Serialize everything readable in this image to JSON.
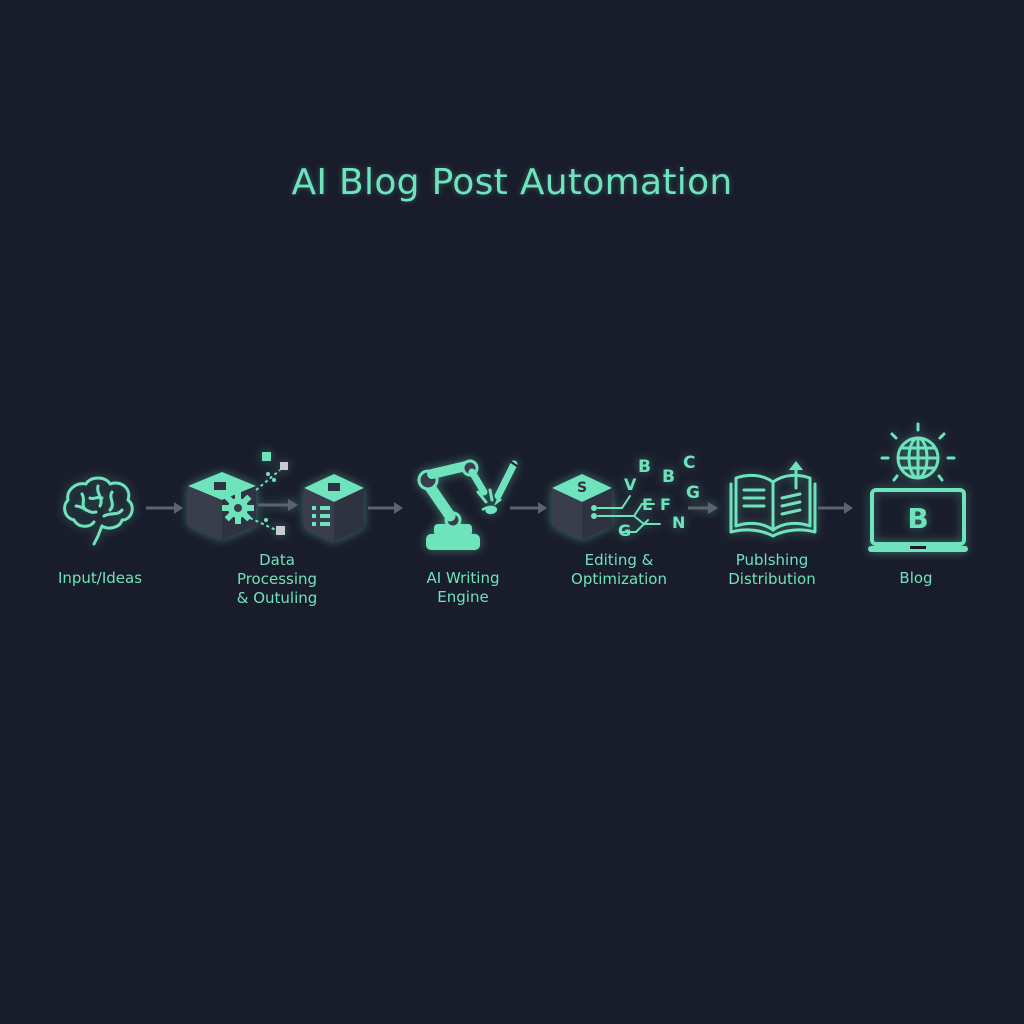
{
  "title": "AI Blog Post Automation",
  "colors": {
    "background": "#191c2b",
    "accent": "#6fe3bc",
    "cube_face": "#3a3e4c",
    "arrow": "#5d6170"
  },
  "steps": [
    {
      "icon": "brain-icon",
      "label_lines": [
        "Input/Ideas"
      ]
    },
    {
      "icon": "data-processing-cubes-icon",
      "label_lines": [
        "Data",
        "Processing",
        "& Outuling"
      ]
    },
    {
      "icon": "robotic-arm-pen-icon",
      "label_lines": [
        "AI Writing",
        "Engine"
      ]
    },
    {
      "icon": "editing-letters-cube-icon",
      "label_lines": [
        "Editing &",
        "Optimization"
      ]
    },
    {
      "icon": "open-book-upload-icon",
      "label_lines": [
        "Publshing",
        "Distribution"
      ]
    },
    {
      "icon": "monitor-globe-icon",
      "label_lines": [
        "Blog"
      ]
    }
  ],
  "icon_glyphs": {
    "monitor_letter": "B",
    "cube_letter": "S",
    "floating_letters": [
      "B",
      "C",
      "V",
      "B",
      "E",
      "F",
      "G",
      "G",
      "N"
    ]
  }
}
